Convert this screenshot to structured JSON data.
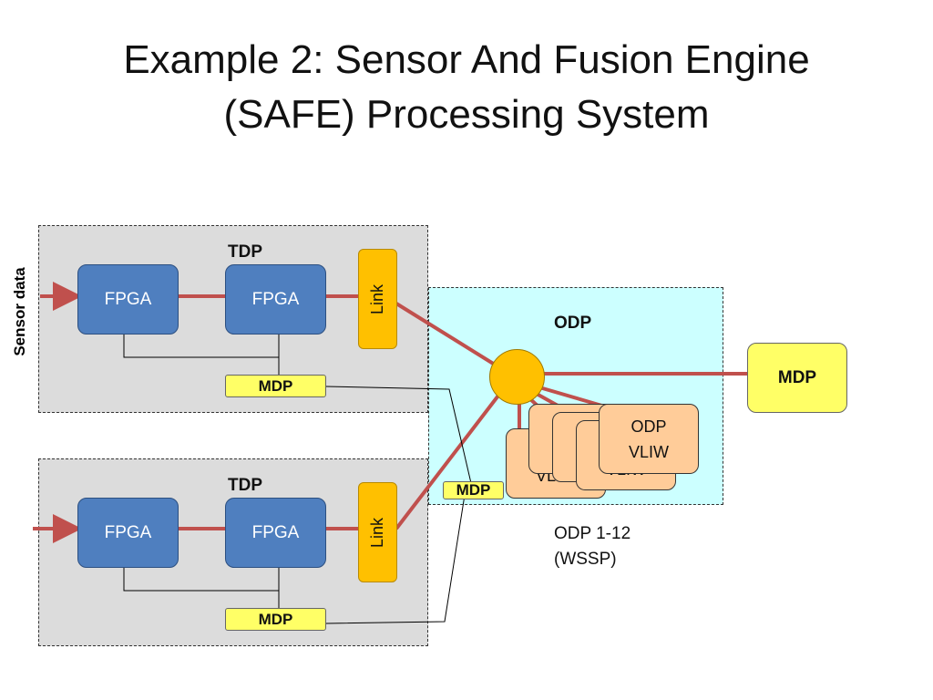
{
  "title": {
    "line1": "Example 2:  Sensor And Fusion Engine",
    "line2": "(SAFE) Processing System"
  },
  "sensor_label": "Sensor data",
  "tdp_top": {
    "label": "TDP",
    "fpga1": "FPGA",
    "fpga2": "FPGA",
    "link": "Link",
    "mdp": "MDP"
  },
  "tdp_bottom": {
    "label": "TDP",
    "fpga1": "FPGA",
    "fpga2": "FPGA",
    "link": "Link",
    "mdp": "MDP"
  },
  "odp": {
    "label": "ODP",
    "mdp": "MDP",
    "vliw_partial": "VLIW",
    "front_line1": "ODP",
    "front_line2": "VLIW",
    "caption_line1": "ODP 1-12",
    "caption_line2": "(WSSP)"
  },
  "mdp_right": "MDP",
  "colors": {
    "fpga": "#4f7fbf",
    "link": "#ffc000",
    "mdp": "#ffff66",
    "odp_region": "#ccffff",
    "tdp_region": "#dcdcdc",
    "vliw": "#ffcc99",
    "wire": "#c0504d"
  }
}
